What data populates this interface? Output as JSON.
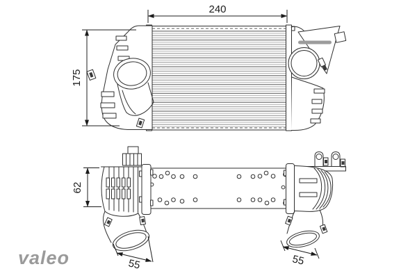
{
  "drawing": {
    "type": "intercooler-two-view-technical-drawing",
    "dimensions": {
      "core_width": "240",
      "core_height": "175",
      "body_depth": "62",
      "left_outlet": "55",
      "right_outlet": "55"
    },
    "logo": {
      "text": "valeo",
      "color": "#9a9a9a"
    },
    "colors": {
      "line": "#2e2e2e",
      "dimension_line": "#1c1c1c",
      "hidden_line": "#5a5a5a",
      "fin_gray": "#8f8f8f",
      "slot_gray": "#9c9c9c",
      "background": "#ffffff"
    }
  }
}
